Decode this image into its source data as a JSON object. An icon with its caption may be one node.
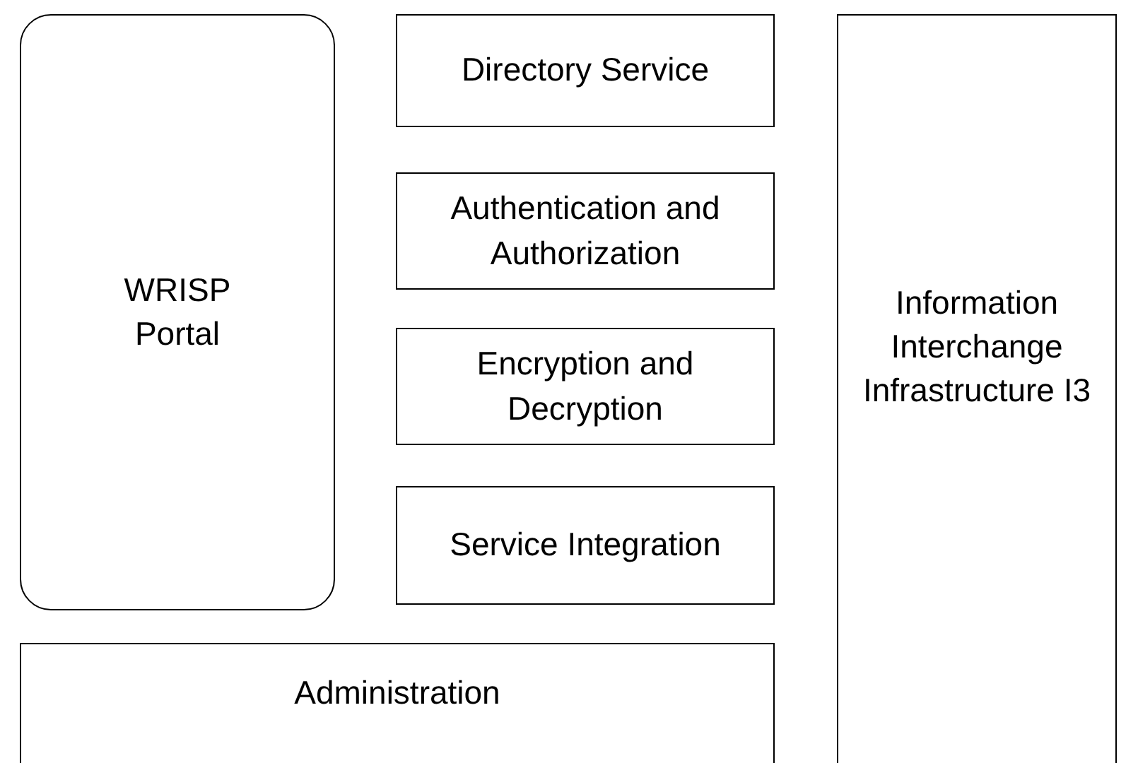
{
  "diagram": {
    "nodes": [
      {
        "text": [
          "WRISP Portal"
        ]
      },
      {
        "text": [
          "Directory Service"
        ]
      },
      {
        "text": [
          "Authentication and Authorization"
        ]
      },
      {
        "text": [
          "Encryption and Decryption"
        ]
      },
      {
        "text": [
          "Service Integration"
        ]
      },
      {
        "text": [
          "Administration"
        ]
      },
      {
        "text": [
          "Information Interchange Infrastructure I3"
        ]
      }
    ]
  }
}
